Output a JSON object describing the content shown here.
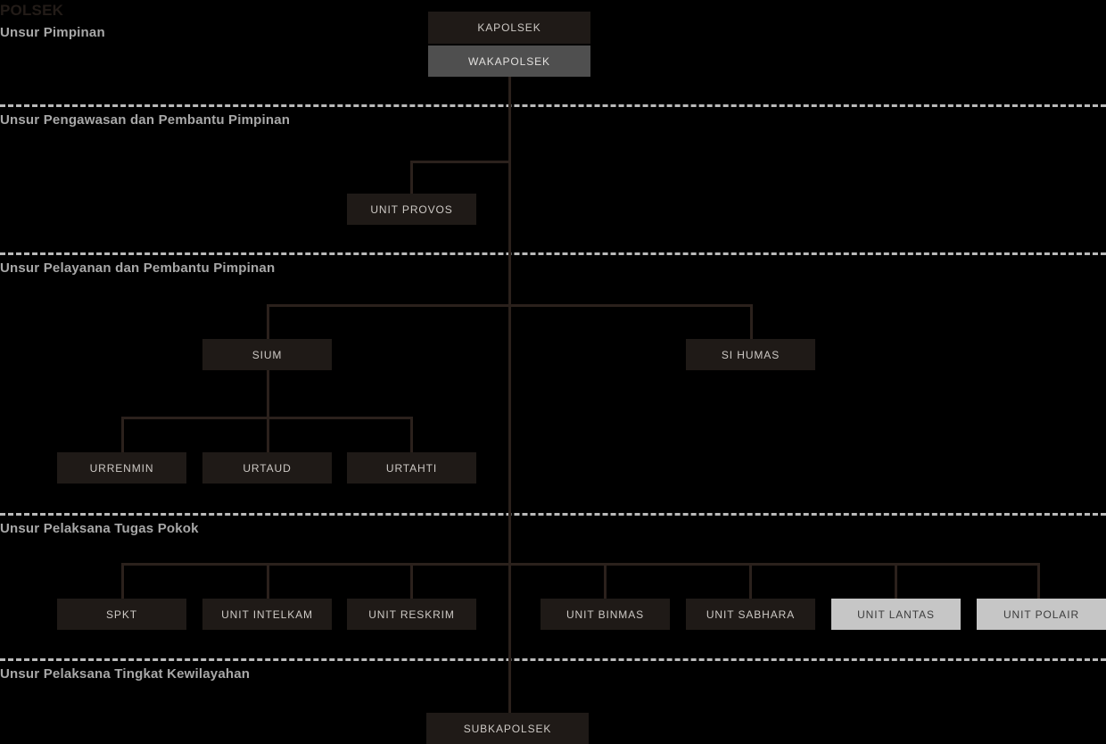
{
  "chart": {
    "title": "POLSEK",
    "sections": [
      {
        "id": "pimpinan",
        "label": "Unsur Pimpinan"
      },
      {
        "id": "pengawasan",
        "label": "Unsur Pengawasan dan Pembantu Pimpinan"
      },
      {
        "id": "pelayanan",
        "label": "Unsur Pelayanan dan Pembantu Pimpinan"
      },
      {
        "id": "pelaksana",
        "label": "Unsur Pelaksana Tugas Pokok"
      },
      {
        "id": "kewilayahan",
        "label": "Unsur Pelaksana Tingkat Kewilayahan"
      }
    ],
    "nodes": {
      "kapolsek": "KAPOLSEK",
      "wakapolsek": "WAKAPOLSEK",
      "unit_provos": "UNIT PROVOS",
      "sium": "SIUM",
      "si_humas": "SI HUMAS",
      "urrenmin": "URRENMIN",
      "urtaud": "URTAUD",
      "urtahti": "URTAHTI",
      "spkt": "SPKT",
      "unit_intelkam": "UNIT INTELKAM",
      "unit_reskrim": "UNIT RESKRIM",
      "unit_binmas": "UNIT BINMAS",
      "unit_sabhara": "UNIT SABHARA",
      "unit_lantas": "UNIT LANTAS",
      "unit_polair": "UNIT POLAIR",
      "subkapolsek": "SUBKAPOLSEK"
    },
    "colors": {
      "background": "#000000",
      "box_dark": "#1f1a17",
      "box_mid": "#4f4f4f",
      "box_light": "#c6c6c6",
      "connector": "#2b211c",
      "divider": "#b9b9b9",
      "section_text": "#a8a8a8",
      "title_text": "#231c18"
    }
  }
}
